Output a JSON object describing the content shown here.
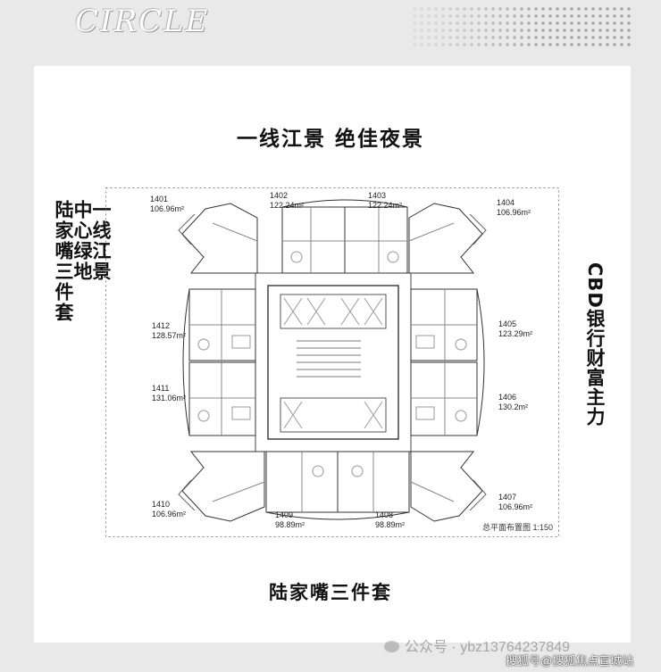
{
  "brand": {
    "logo_text": "CIRCLE"
  },
  "headlines": {
    "top": "一线江景 绝佳夜景",
    "bottom": "陆家嘴三件套",
    "left_vertical": [
      "一线江景",
      "中心绿地",
      "陆家嘴三件套"
    ],
    "right_vertical": "CBD银行财富主力"
  },
  "floorplan": {
    "units": [
      {
        "id": "1401",
        "area": "106.96m²"
      },
      {
        "id": "1402",
        "area": "122.24m²"
      },
      {
        "id": "1403",
        "area": "122.24m²"
      },
      {
        "id": "1404",
        "area": "106.96m²"
      },
      {
        "id": "1412",
        "area": "128.57m²"
      },
      {
        "id": "1405",
        "area": "123.29m²"
      },
      {
        "id": "1411",
        "area": "131.06m²"
      },
      {
        "id": "1406",
        "area": "130.2m²"
      },
      {
        "id": "1410",
        "area": "106.96m²"
      },
      {
        "id": "1409",
        "area": "98.89m²"
      },
      {
        "id": "1408",
        "area": "98.89m²"
      },
      {
        "id": "1407",
        "area": "106.96m²"
      }
    ],
    "scale_note": "总平面布置图  1:150"
  },
  "watermarks": {
    "account": "公众号 · ybz13764237849",
    "site": "搜狐号@搜狐焦点宣城站"
  }
}
